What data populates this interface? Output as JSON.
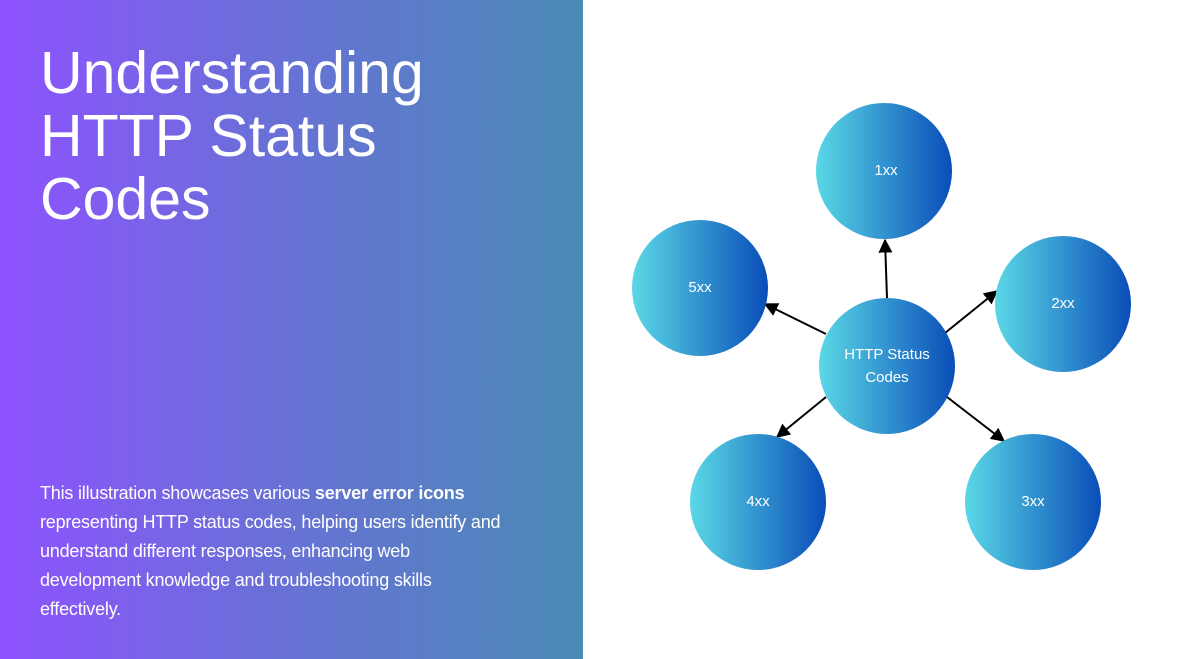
{
  "left": {
    "title": "Understanding HTTP Status Codes",
    "description": {
      "before": "This illustration showcases various ",
      "bold": "server error icons",
      "after": " representing HTTP status codes, helping users identify and understand different responses, enhancing web development knowledge and troubleshooting skills effectively."
    }
  },
  "diagram": {
    "center": {
      "label_line1": "HTTP Status",
      "label_line2": "Codes"
    },
    "nodes": [
      "1xx",
      "2xx",
      "3xx",
      "4xx",
      "5xx"
    ],
    "colors": {
      "circle_gradient_start": "#5ad8e6",
      "circle_gradient_end": "#0a4db8",
      "arrow": "#000000"
    }
  }
}
